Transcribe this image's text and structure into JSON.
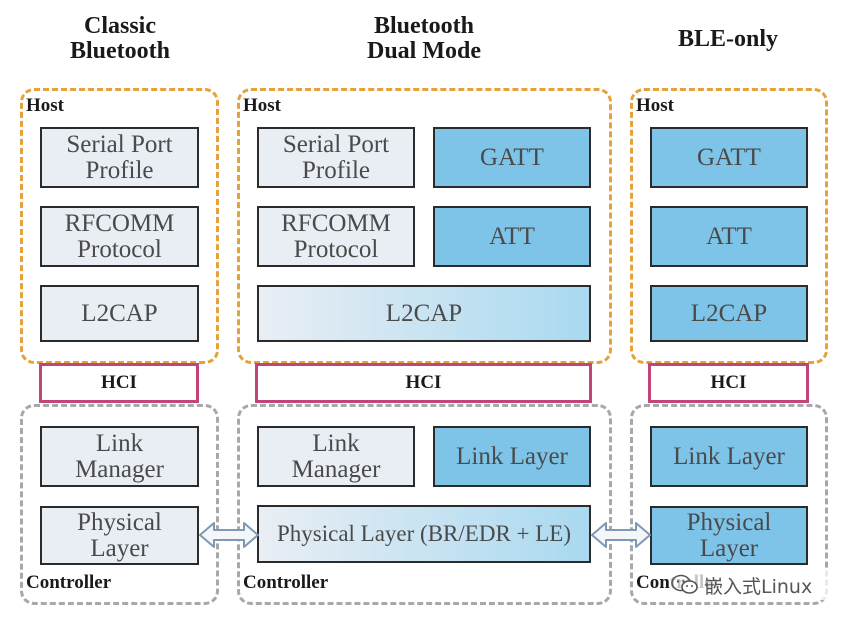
{
  "columns": [
    {
      "title": "Classic\nBluetooth",
      "host_label": "Host",
      "host_boxes": [
        "Serial Port\nProfile",
        "RFCOMM\nProtocol",
        "L2CAP"
      ],
      "hci_label": "HCI",
      "controller_boxes": [
        "Link\nManager",
        "Physical\nLayer"
      ],
      "controller_label": "Controller"
    },
    {
      "title": "Bluetooth\nDual Mode",
      "host_label": "Host",
      "host_boxes_left": [
        "Serial Port\nProfile",
        "RFCOMM\nProtocol"
      ],
      "host_boxes_right": [
        "GATT",
        "ATT"
      ],
      "host_wide_box": "L2CAP",
      "hci_label": "HCI",
      "controller_box_left": "Link\nManager",
      "controller_box_right": "Link Layer",
      "controller_wide_box": "Physical Layer (BR/EDR + LE)",
      "controller_label": "Controller"
    },
    {
      "title": "BLE-only",
      "host_label": "Host",
      "host_boxes": [
        "GATT",
        "ATT",
        "L2CAP"
      ],
      "hci_label": "HCI",
      "controller_boxes": [
        "Link Layer",
        "Physical\nLayer"
      ],
      "controller_label": "Controller"
    }
  ],
  "watermark": "嵌入式Linux",
  "colors": {
    "host_border": "#e6a23a",
    "controller_border": "#a8a8a8",
    "hci_border": "#c2457a",
    "classic_fill": "#e9eef4",
    "ble_fill": "#7ec4e8",
    "arrow": "#7f98b4"
  }
}
